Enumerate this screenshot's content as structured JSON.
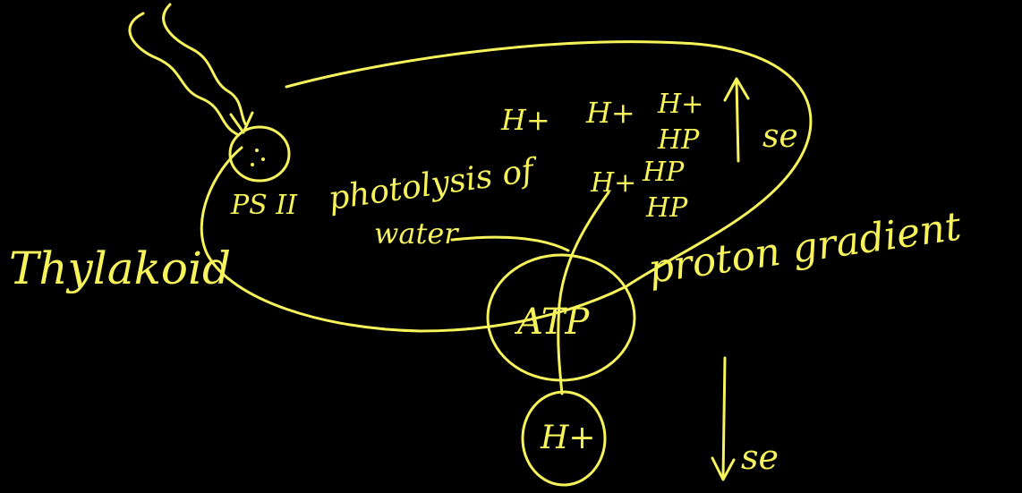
{
  "board": {
    "background": "#000000",
    "ink": "#f7f35a"
  },
  "labels": {
    "thylakoid": "Thylakoid",
    "ps2": "PS II",
    "photolysis": "photolysis of",
    "water": "water",
    "atp": "ATP",
    "proton_gradient": "proton gradient",
    "h_plus": "H+",
    "hp": "HP",
    "se": "se"
  }
}
